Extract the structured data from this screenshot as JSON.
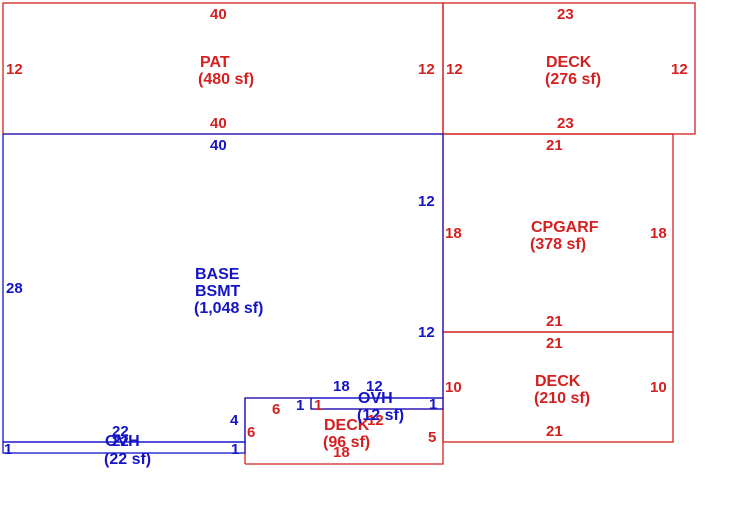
{
  "colors": {
    "red": "#d42020",
    "blue": "#1515c8"
  },
  "areas": [
    {
      "id": "pat",
      "name": "PAT",
      "area": "(480 sf)",
      "color": "red",
      "dims": [
        "40",
        "12",
        "12",
        "40"
      ]
    },
    {
      "id": "deck-top",
      "name": "DECK",
      "area": "(276 sf)",
      "color": "red",
      "dims": [
        "23",
        "12",
        "12",
        "23"
      ]
    },
    {
      "id": "base",
      "name": "BASE",
      "name2": "BSMT",
      "area": "(1,048 sf)",
      "color": "blue",
      "dims": [
        "40",
        "28",
        "12",
        "12"
      ]
    },
    {
      "id": "cpgarf",
      "name": "CPGARF",
      "area": "(378 sf)",
      "color": "red",
      "dims": [
        "21",
        "18",
        "18",
        "21"
      ]
    },
    {
      "id": "deck-right",
      "name": "DECK",
      "area": "(210 sf)",
      "color": "red",
      "dims": [
        "21",
        "10",
        "10",
        "21"
      ]
    },
    {
      "id": "deck-bottom",
      "name": "DECK",
      "area": "(96 sf)",
      "color": "red",
      "dims": [
        "6",
        "6",
        "18",
        "5",
        "12"
      ]
    },
    {
      "id": "ovh-right",
      "name": "OVH",
      "area": "(12 sf)",
      "color": "blue",
      "dims": [
        "18",
        "12",
        "1",
        "1",
        "4",
        "1"
      ]
    },
    {
      "id": "ovh-left",
      "name": "OVH",
      "area": "(22 sf)",
      "color": "blue",
      "dims": [
        "22",
        "22",
        "1",
        "1"
      ]
    }
  ]
}
